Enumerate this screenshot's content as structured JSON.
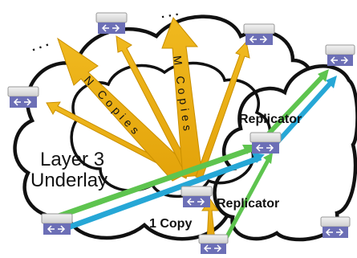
{
  "labels": {
    "underlay_line1": "Layer 3",
    "underlay_line2": "Underlay",
    "n_copies": "N Copies",
    "m_copies": "M Copies",
    "replicator_top": "Replicator",
    "replicator_bottom": "Replicator",
    "one_copy": "1 Copy",
    "ellipsis_left": ". . .",
    "ellipsis_right": ". . ."
  },
  "colors": {
    "cloud_fill": "#ffffff",
    "cloud_stroke": "#111111",
    "arrow_fill": "#e9ad13",
    "arrow_stroke": "#c98f00",
    "green": "#5ec44f",
    "blue": "#26a7d6",
    "switch_purple": "#6c6fb6",
    "switch_gray": "#d8d8d8"
  },
  "icons": [
    "router-icon"
  ]
}
